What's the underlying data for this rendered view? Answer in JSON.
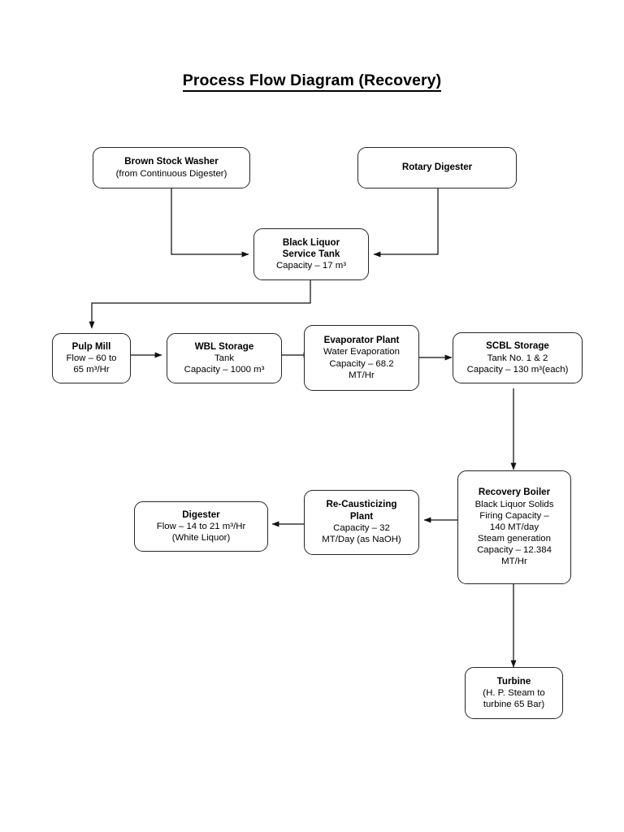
{
  "document": {
    "title": "Process Flow Diagram (Recovery)"
  },
  "diagram": {
    "type": "process-flow-diagram",
    "nodes": [
      {
        "id": "brown-stock-washer",
        "title": "Brown Stock Washer",
        "sub": "(from Continuous Digester)"
      },
      {
        "id": "rotary-digester",
        "title": "Rotary Digester",
        "sub": ""
      },
      {
        "id": "black-liquor-service-tank",
        "title": "Black Liquor\nService Tank",
        "sub": "Capacity – 17 m³"
      },
      {
        "id": "pulp-mill",
        "title": "Pulp Mill",
        "sub": "Flow – 60 to\n65 m³/Hr"
      },
      {
        "id": "wbl-storage",
        "title": "WBL Storage",
        "sub": "Tank\nCapacity – 1000 m³"
      },
      {
        "id": "evaporator-plant",
        "title": "Evaporator Plant",
        "sub": "Water Evaporation\nCapacity – 68.2\nMT/Hr"
      },
      {
        "id": "scbl-storage",
        "title": "SCBL Storage",
        "sub": "Tank No. 1 & 2\nCapacity – 130 m³(each)"
      },
      {
        "id": "recovery-boiler",
        "title": "Recovery Boiler",
        "sub": "Black Liquor Solids\nFiring Capacity –\n140 MT/day\nSteam generation\nCapacity – 12.384\nMT/Hr"
      },
      {
        "id": "re-causticizing-plant",
        "title": "Re-Causticizing\nPlant",
        "sub": "Capacity – 32\nMT/Day (as NaOH)"
      },
      {
        "id": "digester",
        "title": "Digester",
        "sub": "Flow – 14 to 21 m³/Hr\n(White Liquor)"
      },
      {
        "id": "turbine",
        "title": "Turbine",
        "sub": "(H. P. Steam to\nturbine 65 Bar)"
      }
    ],
    "edges": [
      {
        "id": "edge-brown-stock-washer-to-black-liquor-service-tank",
        "from": "brown-stock-washer",
        "to": "black-liquor-service-tank"
      },
      {
        "id": "edge-rotary-digester-to-black-liquor-service-tank",
        "from": "rotary-digester",
        "to": "black-liquor-service-tank"
      },
      {
        "id": "edge-black-liquor-service-tank-to-pulp-mill",
        "from": "black-liquor-service-tank",
        "to": "pulp-mill"
      },
      {
        "id": "edge-pulp-mill-to-wbl-storage",
        "from": "pulp-mill",
        "to": "wbl-storage"
      },
      {
        "id": "edge-wbl-storage-to-evaporator-plant",
        "from": "wbl-storage",
        "to": "evaporator-plant"
      },
      {
        "id": "edge-evaporator-plant-to-scbl-storage",
        "from": "evaporator-plant",
        "to": "scbl-storage"
      },
      {
        "id": "edge-scbl-storage-to-recovery-boiler",
        "from": "scbl-storage",
        "to": "recovery-boiler"
      },
      {
        "id": "edge-recovery-boiler-to-re-causticizing-plant",
        "from": "recovery-boiler",
        "to": "re-causticizing-plant"
      },
      {
        "id": "edge-re-causticizing-plant-to-digester",
        "from": "re-causticizing-plant",
        "to": "digester"
      },
      {
        "id": "edge-recovery-boiler-to-turbine",
        "from": "recovery-boiler",
        "to": "turbine"
      }
    ],
    "colors": {
      "stroke": "#262626",
      "background": "#ffffff",
      "text": "#000000"
    }
  }
}
